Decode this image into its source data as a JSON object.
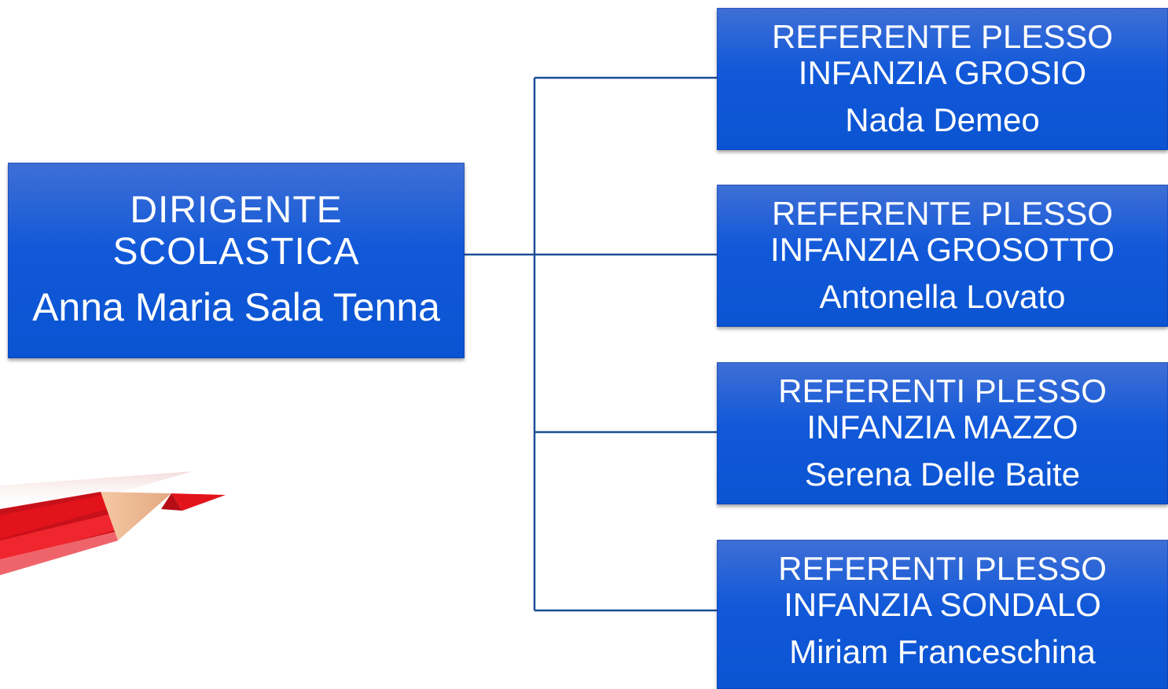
{
  "root": {
    "role": "DIRIGENTE\nSCOLASTICA",
    "person": "Anna Maria Sala Tenna"
  },
  "children": [
    {
      "role": "REFERENTE PLESSO\nINFANZIA GROSIO",
      "person": "Nada Demeo"
    },
    {
      "role": "REFERENTE  PLESSO\nINFANZIA GROSOTTO",
      "person": "Antonella Lovato"
    },
    {
      "role": "REFERENTI PLESSO\nINFANZIA MAZZO",
      "person": "Serena Delle Baite"
    },
    {
      "role": "REFERENTI PLESSO\nINFANZIA SONDALO",
      "person": "Miriam Franceschina"
    }
  ],
  "colors": {
    "box_fill": "#1158d8",
    "connector": "#1c4f96",
    "pencil": "#e3131b"
  },
  "decoration": "red-pencil"
}
